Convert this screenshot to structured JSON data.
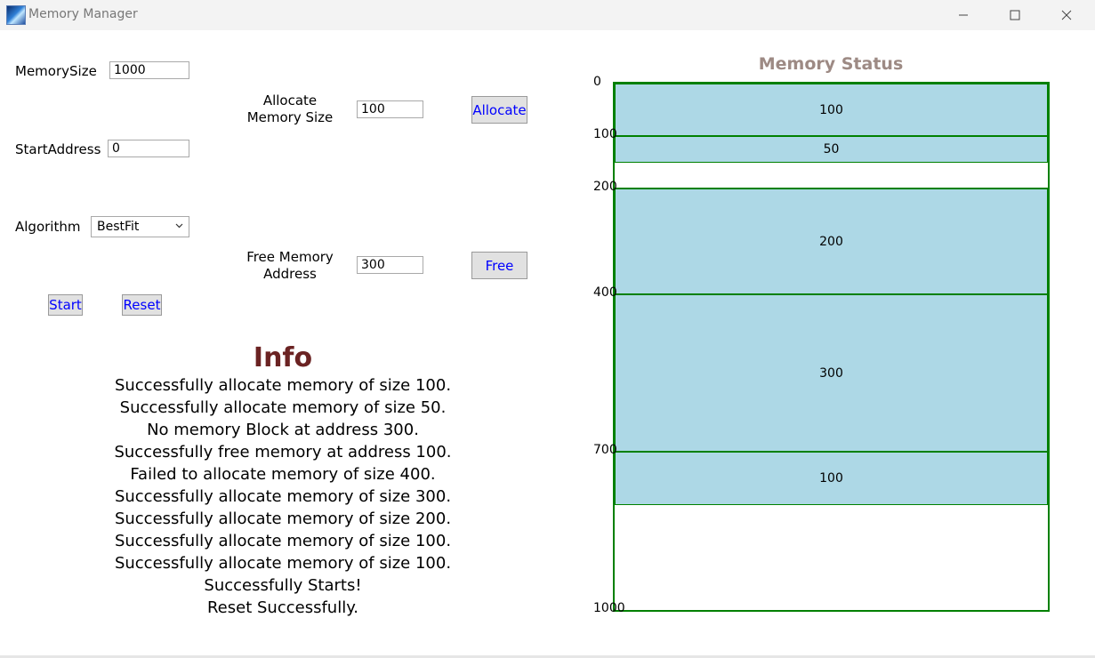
{
  "window": {
    "title": "Memory Manager"
  },
  "config": {
    "memory_size_label": "MemorySize",
    "memory_size_value": "1000",
    "start_address_label": "StartAddress",
    "start_address_value": "0",
    "algorithm_label": "Algorithm",
    "algorithm_value": "BestFit",
    "start_label": "Start",
    "reset_label": "Reset"
  },
  "allocate": {
    "label_line1": "Allocate",
    "label_line2": "Memory Size",
    "value": "100",
    "button_label": "Allocate"
  },
  "free": {
    "label_line1": "Free Memory",
    "label_line2": "Address",
    "value": "300",
    "button_label": "Free"
  },
  "info": {
    "title": "Info",
    "lines": [
      "Successfully allocate memory of size 100.",
      "Successfully allocate memory of size 50.",
      "No memory Block at address 300.",
      "Successfully free memory at address 100.",
      "Failed to allocate memory of size 400.",
      "Successfully allocate memory of size 300.",
      "Successfully allocate memory of size 200.",
      "Successfully allocate memory of size 100.",
      "Successfully allocate memory of size 100.",
      "Successfully Starts!",
      "Reset Successfully."
    ]
  },
  "memory": {
    "title": "Memory Status",
    "total": 1000,
    "tick_labels": [
      "0",
      "100",
      "200",
      "400",
      "700",
      "1000"
    ],
    "blocks": [
      {
        "label": "100",
        "start": 0,
        "size": 100
      },
      {
        "label": "50",
        "start": 100,
        "size": 50
      },
      {
        "label": "200",
        "start": 200,
        "size": 200
      },
      {
        "label": "300",
        "start": 400,
        "size": 300
      },
      {
        "label": "100",
        "start": 700,
        "size": 100
      }
    ]
  },
  "colors": {
    "block_fill": "#add8e6",
    "border": "#008000",
    "info_title": "#6b2323",
    "memory_title": "#9d8a84",
    "button_text": "#0000ff"
  }
}
